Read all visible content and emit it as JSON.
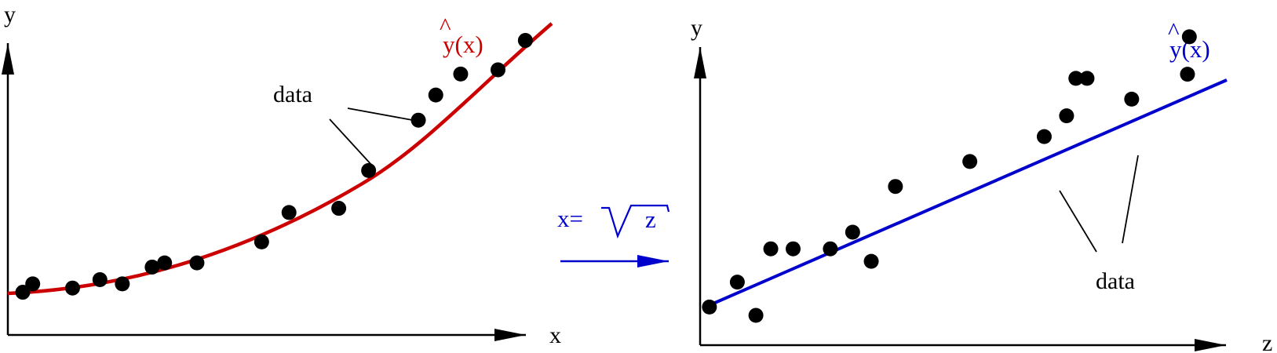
{
  "colors": {
    "left_curve": "#cc0000",
    "right_line": "#0000cc",
    "arrow": "#0000cc",
    "axes": "#000000",
    "points": "#000000"
  },
  "left_panel": {
    "y_label": "y",
    "x_label": "x",
    "fit_hat": "^",
    "fit_label": "y(x)",
    "data_note": "data",
    "points": [
      [
        0.6,
        7
      ],
      [
        1,
        9
      ],
      [
        2.6,
        8
      ],
      [
        3.7,
        10
      ],
      [
        4.6,
        9
      ],
      [
        5.8,
        13
      ],
      [
        6.3,
        14
      ],
      [
        7.6,
        14
      ],
      [
        10.2,
        19
      ],
      [
        11.3,
        26
      ],
      [
        13.3,
        27
      ],
      [
        14.5,
        36
      ],
      [
        16.5,
        48
      ],
      [
        17.2,
        54
      ],
      [
        18.2,
        59
      ],
      [
        19.7,
        60
      ],
      [
        20.8,
        67
      ]
    ]
  },
  "transform": {
    "lhs": "x=",
    "radicand": "z"
  },
  "right_panel": {
    "y_label": "y",
    "x_label": "z",
    "fit_hat": "^",
    "fit_label": "y(x)",
    "data_note": "data",
    "points": [
      [
        0.5,
        12
      ],
      [
        2,
        18
      ],
      [
        3,
        10
      ],
      [
        3.8,
        26
      ],
      [
        5,
        26
      ],
      [
        7,
        26
      ],
      [
        8.2,
        30
      ],
      [
        9.2,
        23
      ],
      [
        10.5,
        41
      ],
      [
        14.5,
        47
      ],
      [
        18.5,
        53
      ],
      [
        19.7,
        58
      ],
      [
        20.2,
        67
      ],
      [
        20.8,
        67
      ],
      [
        23.2,
        62
      ],
      [
        26.2,
        68
      ],
      [
        26.3,
        77
      ]
    ]
  }
}
